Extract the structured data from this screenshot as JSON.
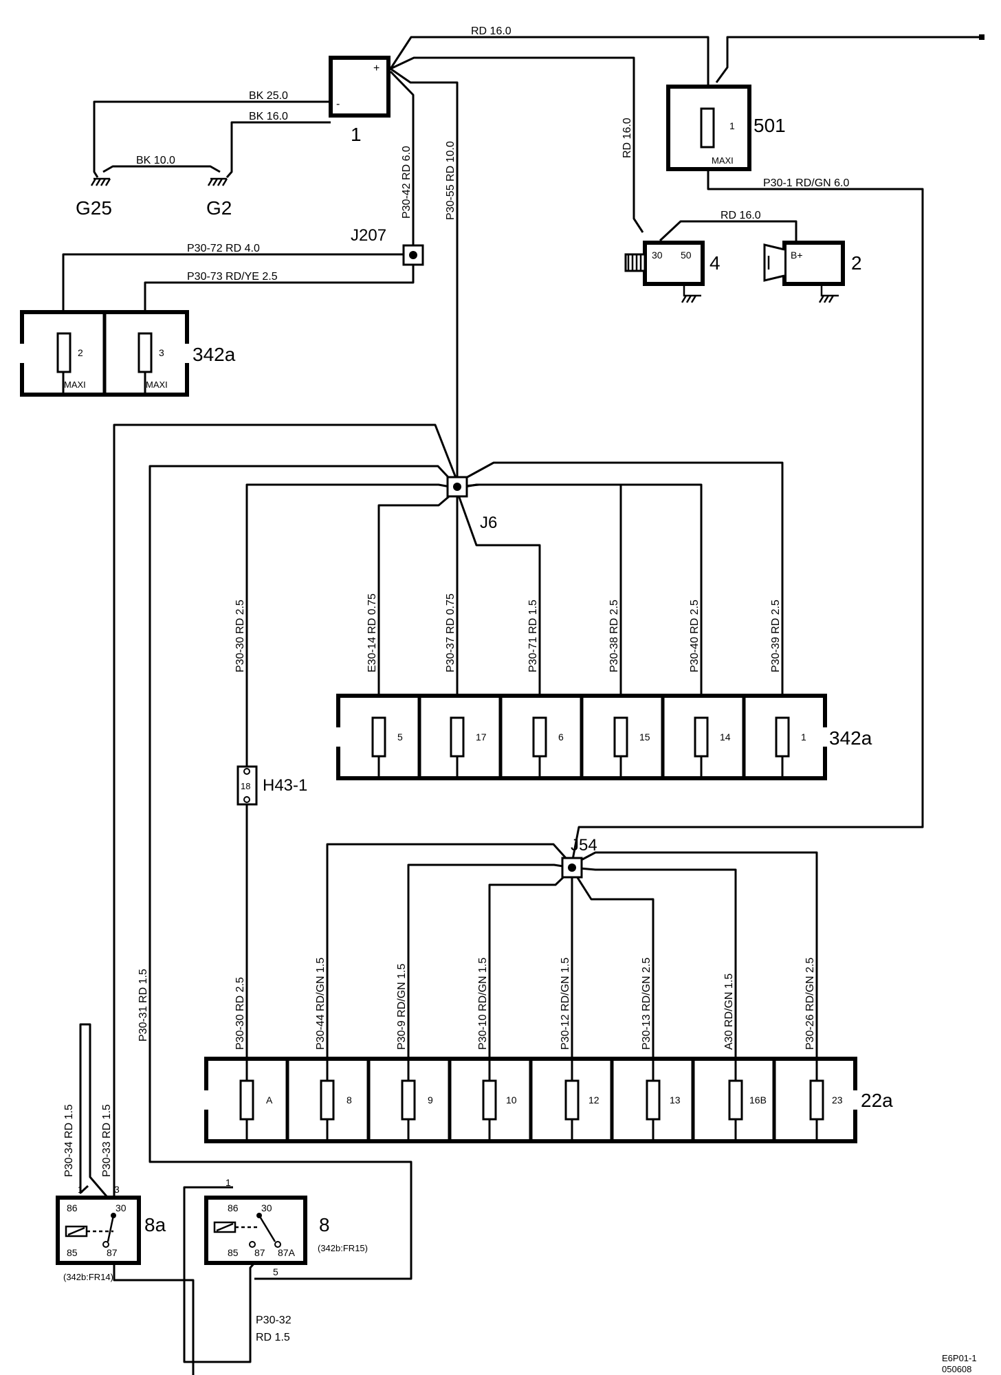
{
  "components": {
    "battery": {
      "number": "1",
      "plus": "+",
      "minus": "-"
    },
    "main_fuse": {
      "ref": "501",
      "pos": "1",
      "type": "MAXI"
    },
    "starter": {
      "ref": "4",
      "t30": "30",
      "t50": "50"
    },
    "alternator": {
      "ref": "2",
      "terminal": "B+"
    },
    "fusebox_342a_top": {
      "ref": "342a",
      "fuses": [
        {
          "pos": "2",
          "type": "MAXI"
        },
        {
          "pos": "3",
          "type": "MAXI"
        }
      ]
    },
    "fusebox_342a_mid": {
      "ref": "342a",
      "fuses": [
        "5",
        "17",
        "6",
        "15",
        "14",
        "1"
      ]
    },
    "fusebox_22a": {
      "ref": "22a",
      "fuses": [
        "A",
        "8",
        "9",
        "10",
        "12",
        "13",
        "16B",
        "23"
      ]
    },
    "connector_h43": {
      "ref": "H43-1",
      "pin": "18"
    },
    "relay_8a": {
      "ref": "8a",
      "location": "(342b:FR14)",
      "pins": [
        "86",
        "30",
        "85",
        "87"
      ],
      "in1": "1",
      "in3": "3"
    },
    "relay_8": {
      "ref": "8",
      "location": "(342b:FR15)",
      "pins": [
        "86",
        "30",
        "85",
        "87",
        "87A"
      ],
      "in1": "1",
      "in5": "5"
    }
  },
  "grounds": [
    "G25",
    "G2"
  ],
  "junctions": [
    "J207",
    "J6",
    "J54"
  ],
  "wires": {
    "top_rd16": "RD   16.0",
    "bk25": "BK  25.0",
    "bk16": "BK  16.0",
    "bk10": "BK 10.0",
    "p3042": "P30-42  RD  6.0",
    "p3055": "P30-55  RD  10.0",
    "rd16_vertical": "RD  16.0",
    "rd16_starter": "RD   16.0",
    "p301": "P30-1      RD/GN    6.0",
    "p3072": "P30-72   RD    4.0",
    "p3073": "P30-73        RD/YE    2.5",
    "p3030_upper": "P30-30   RD   2.5",
    "e3014": "E30-14   RD   0.75",
    "p3037": "P30-37   RD   0.75",
    "p3071": "P30-71   RD   1.5",
    "p3038": "P30-38   RD   2.5",
    "p3040": "P30-40   RD   2.5",
    "p3039": "P30-39   RD   2.5",
    "p3030_lower": "P30-30        RD   2.5",
    "p3044": "P30-44      RD/GN   1.5",
    "p309": "P30-9      RD/GN   1.5",
    "p3010": "P30-10      RD/GN   1.5",
    "p3012": "P30-12      RD/GN   1.5",
    "p3013": "P30-13      RD/GN   2.5",
    "a30": "A30   RD/GN   1.5",
    "p3026": "P30-26      RD/GN   2.5",
    "p3031": "P30-31   RD   1.5",
    "p3034": "P30-34   RD   1.5",
    "p3033": "P30-33   RD   1.5",
    "p3032_a": "P30-32",
    "p3032_b": "RD 1.5"
  },
  "doc_ref": {
    "line1": "E6P01-1",
    "line2": "050608"
  }
}
